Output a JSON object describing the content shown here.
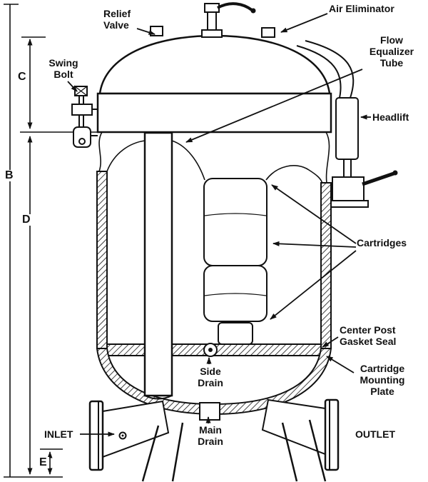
{
  "diagram": {
    "type": "cutaway technical illustration of a vertical cartridge filter vessel",
    "colors": {
      "line": "#111111",
      "background": "#ffffff"
    },
    "labels": {
      "relief_valve": "Relief\nValve",
      "air_eliminator": "Air Eliminator",
      "flow_equalizer": "Flow\nEqualizer\nTube",
      "swing_bolt": "Swing\nBolt",
      "headlift": "Headlift",
      "cartridges": "Cartridges",
      "center_post": "Center Post\nGasket Seal",
      "side_drain": "Side\nDrain",
      "cartridge_mounting": "Cartridge\nMounting\nPlate",
      "inlet": "INLET",
      "main_drain": "Main\nDrain",
      "outlet": "OUTLET"
    },
    "dims": {
      "b": "B",
      "c": "C",
      "d": "D",
      "e": "E"
    }
  }
}
